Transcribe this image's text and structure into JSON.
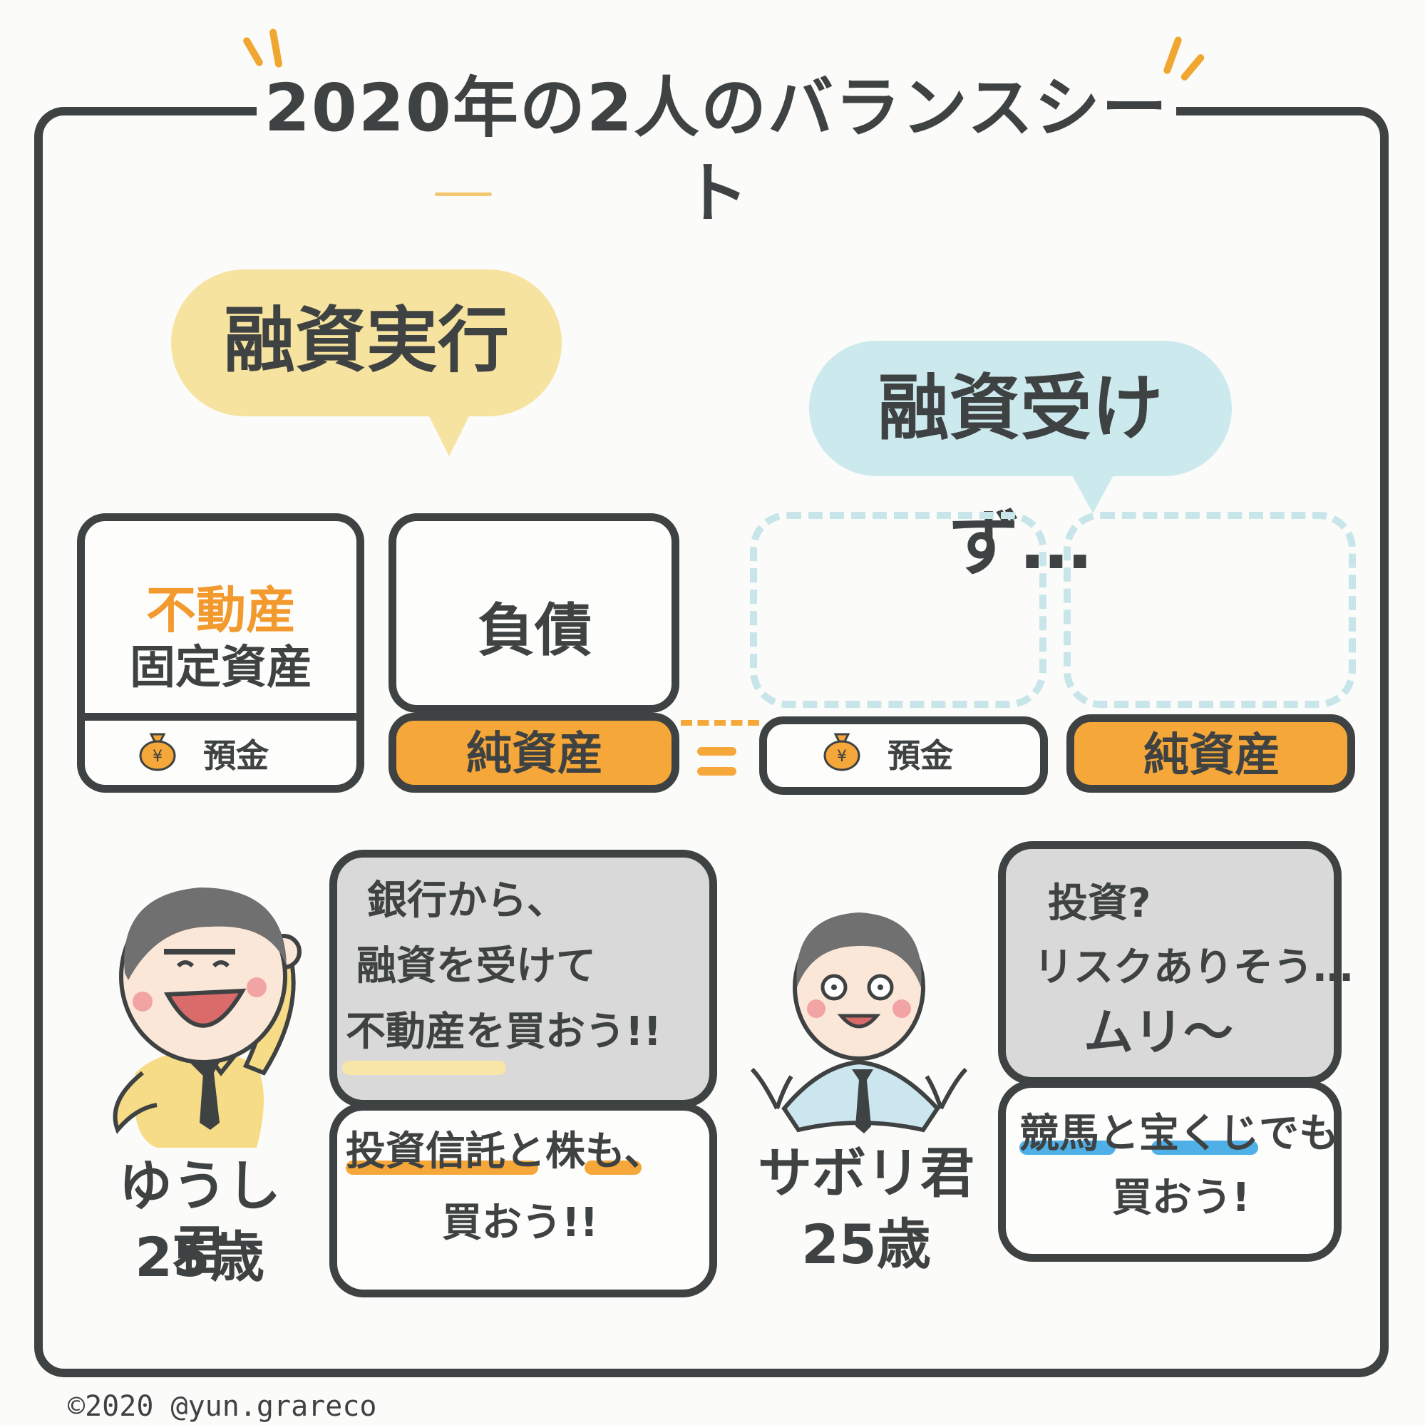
{
  "title": "2020年の2人のバランスシート",
  "bubbles": {
    "left": "融資実行",
    "right": "融資受けず…"
  },
  "sheet_left": {
    "asset_highlight": "不動産",
    "asset_main": "固定資産",
    "deposit": "預金",
    "liability": "負債",
    "net_worth": "純資産"
  },
  "sheet_right": {
    "deposit": "預金",
    "net_worth": "純資産"
  },
  "yushi": {
    "name": "ゆうし君",
    "age": "25歳",
    "speech1": [
      "銀行から、",
      "融資を受けて",
      "不動産を買おう!!"
    ],
    "speech2": [
      "投資信託と株も、",
      "買おう!!"
    ]
  },
  "sabori": {
    "name": "サボリ君",
    "age": "25歳",
    "speech1": [
      "投資?",
      "リスクありそう…",
      "ムリ〜"
    ],
    "speech2": [
      "競馬と宝くじでも",
      "買おう!"
    ]
  },
  "colors": {
    "orange": "#f5a73a",
    "yellow_bubble": "#f7e3a0",
    "blue_bubble": "#cce9ee",
    "outline": "#3f4242",
    "gray_speech": "#d9d9d9",
    "blue_highlight": "#4fb0e8"
  },
  "copyright": "©2020 @yun.grareco"
}
